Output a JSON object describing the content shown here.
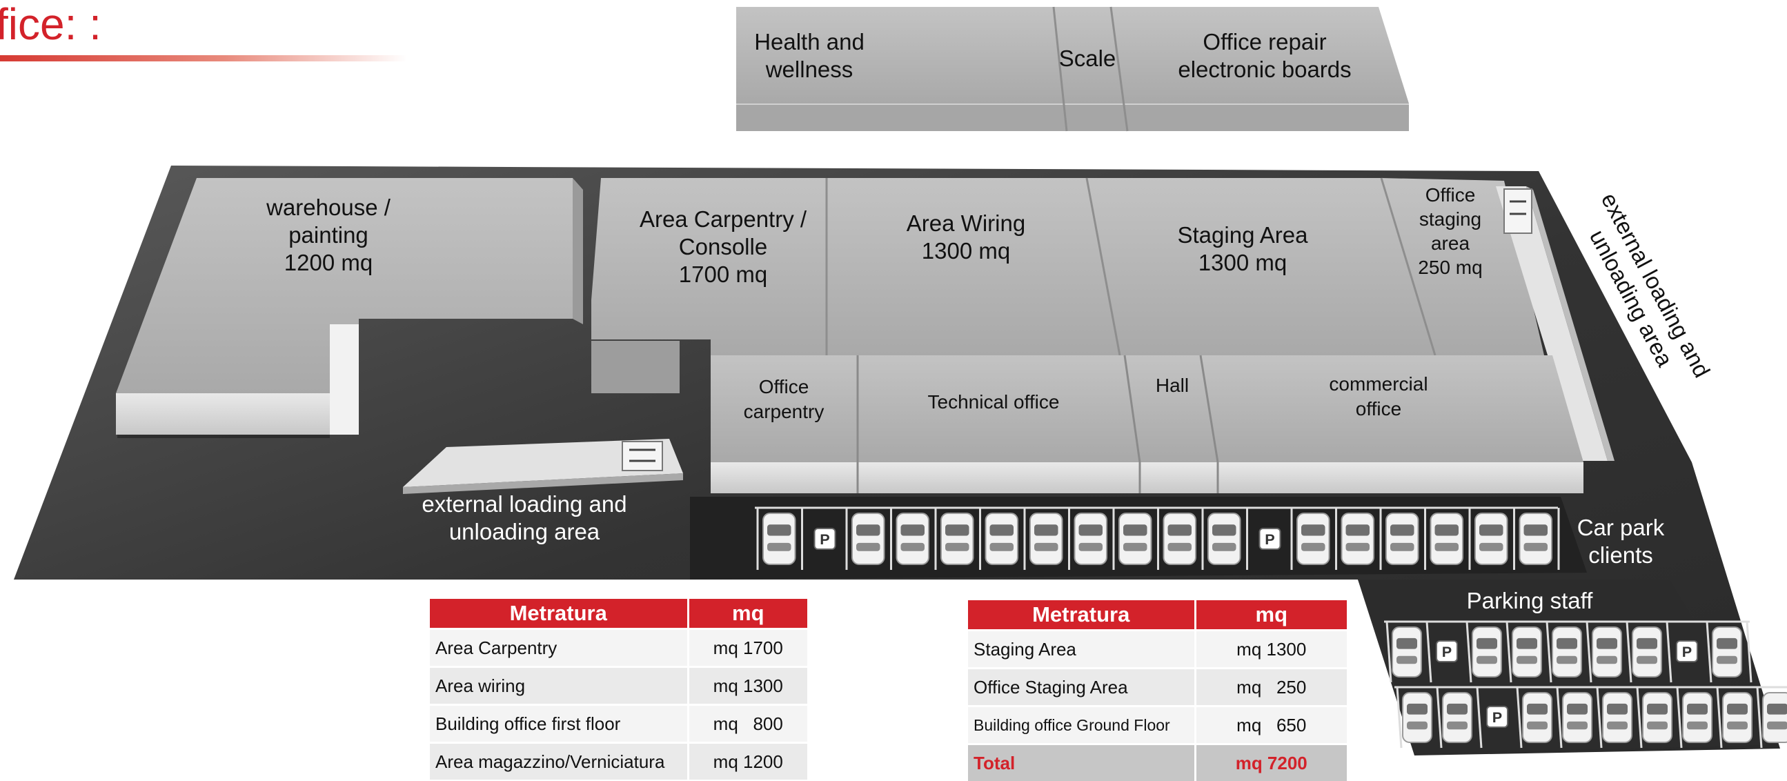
{
  "header": {
    "title": "fice: :"
  },
  "upper_building": {
    "rooms": [
      {
        "id": "health",
        "label_lines": [
          "Health and",
          "wellness"
        ]
      },
      {
        "id": "scale",
        "label_lines": [
          "Scale"
        ]
      },
      {
        "id": "office-repair",
        "label_lines": [
          "Office repair",
          "electronic boards"
        ]
      }
    ]
  },
  "main_plan": {
    "rooms": [
      {
        "id": "warehouse",
        "label_lines": [
          "warehouse /",
          "painting",
          "1200 mq"
        ]
      },
      {
        "id": "carpentry",
        "label_lines": [
          "Area Carpentry /",
          "Consolle",
          "1700 mq"
        ]
      },
      {
        "id": "wiring",
        "label_lines": [
          "Area Wiring",
          "1300 mq"
        ]
      },
      {
        "id": "staging",
        "label_lines": [
          "Staging Area",
          "1300 mq"
        ]
      },
      {
        "id": "office-staging",
        "label_lines": [
          "Office",
          "staging",
          "area",
          "250 mq"
        ]
      },
      {
        "id": "office-carpentry",
        "label_lines": [
          "Office",
          "carpentry"
        ]
      },
      {
        "id": "technical-office",
        "label_lines": [
          "Technical office"
        ]
      },
      {
        "id": "hall",
        "label_lines": [
          "Hall"
        ]
      },
      {
        "id": "commercial-office",
        "label_lines": [
          "commercial",
          "office"
        ]
      }
    ],
    "outdoor_labels": [
      {
        "id": "loading-left",
        "label_lines": [
          "external loading and",
          "unloading area"
        ]
      },
      {
        "id": "loading-right",
        "label_lines": [
          "external loading and",
          "unloading area"
        ]
      },
      {
        "id": "car-park-clients",
        "label_lines": [
          "Car park",
          "clients"
        ]
      },
      {
        "id": "parking-staff",
        "label_lines": [
          "Parking staff"
        ]
      }
    ],
    "parking_sign": "P"
  },
  "table_left": {
    "headers": [
      "Metratura",
      "mq"
    ],
    "rows": [
      {
        "name": "Area Carpentry",
        "value": "mq 1700"
      },
      {
        "name": "Area wiring",
        "value": "mq 1300"
      },
      {
        "name": "Building office first floor",
        "value": "mq   800"
      },
      {
        "name": "Area magazzino/Verniciatura",
        "value": "mq 1200"
      }
    ]
  },
  "table_right": {
    "headers": [
      "Metratura",
      "mq"
    ],
    "rows": [
      {
        "name": "Staging Area",
        "value": "mq 1300"
      },
      {
        "name": "Office Staging Area",
        "value": "mq   250"
      },
      {
        "name": "Building office Ground Floor",
        "value": "mq   650"
      }
    ],
    "total": {
      "name": "Total",
      "value": "mq 7200"
    }
  },
  "colors": {
    "accent_red": "#d3222a",
    "building_gray": "#b5b5b5",
    "ground_dark": "#3c3c3c"
  }
}
